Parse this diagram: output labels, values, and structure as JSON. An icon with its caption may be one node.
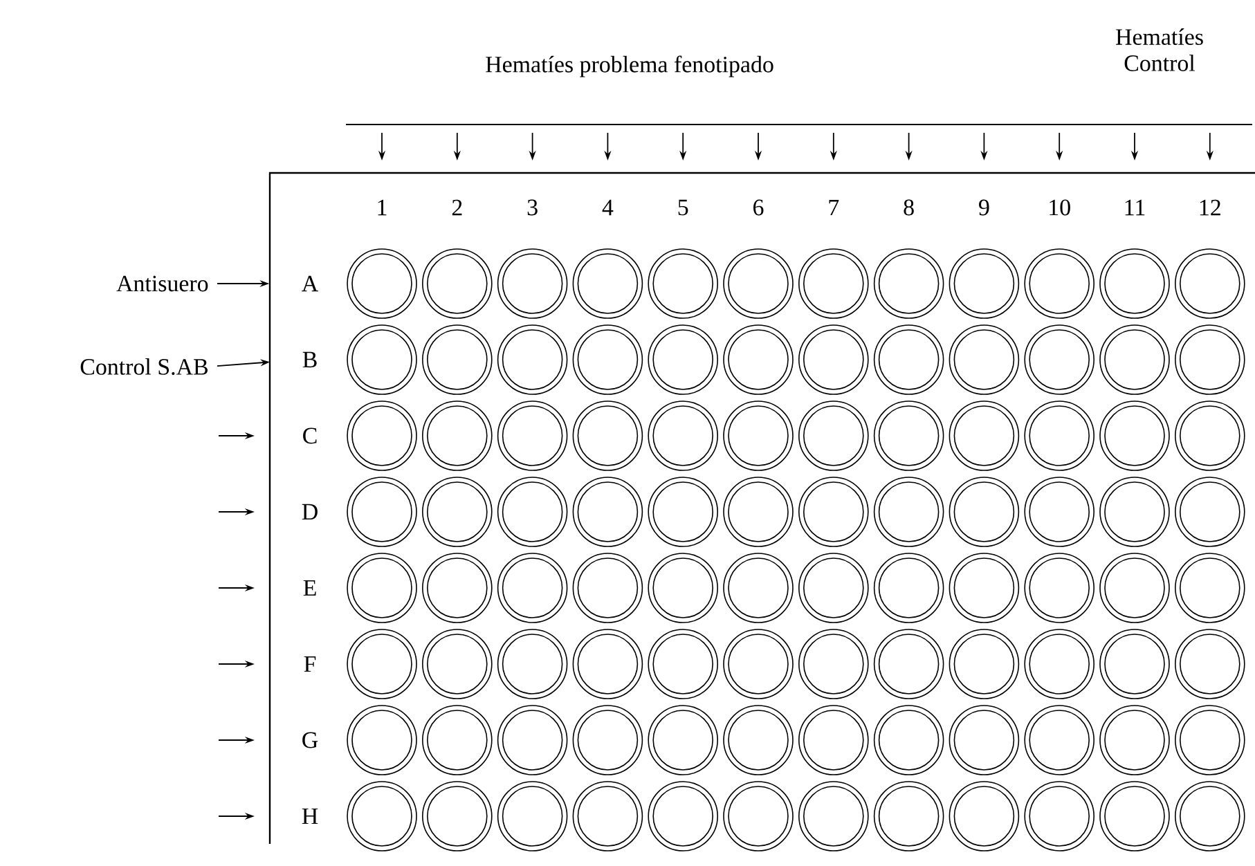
{
  "diagram": {
    "nodes": [
      {
        "text": [
          "Hematíes problema fenotipado"
        ]
      },
      {
        "text": [
          "Hematíes Control"
        ]
      },
      {
        "text": [
          "1"
        ]
      },
      {
        "text": [
          "2"
        ]
      },
      {
        "text": [
          "3"
        ]
      },
      {
        "text": [
          "4"
        ]
      },
      {
        "text": [
          "5"
        ]
      },
      {
        "text": [
          "6"
        ]
      },
      {
        "text": [
          "7"
        ]
      },
      {
        "text": [
          "8"
        ]
      },
      {
        "text": [
          "9"
        ]
      },
      {
        "text": [
          "10"
        ]
      },
      {
        "text": [
          "11"
        ]
      },
      {
        "text": [
          "12"
        ]
      },
      {
        "text": [
          "Antisuero"
        ]
      },
      {
        "text": [
          "Control S.AB"
        ]
      },
      {
        "text": [
          "A"
        ]
      },
      {
        "text": [
          "B"
        ]
      },
      {
        "text": [
          "C"
        ]
      },
      {
        "text": [
          "D"
        ]
      },
      {
        "text": [
          "E"
        ]
      },
      {
        "text": [
          "F"
        ]
      },
      {
        "text": [
          "G"
        ]
      },
      {
        "text": [
          "H"
        ]
      }
    ],
    "edges": [
      {
        "from": 14,
        "to": 16,
        "arrow": "to"
      },
      {
        "from": 15,
        "to": 17,
        "arrow": "to"
      }
    ]
  }
}
